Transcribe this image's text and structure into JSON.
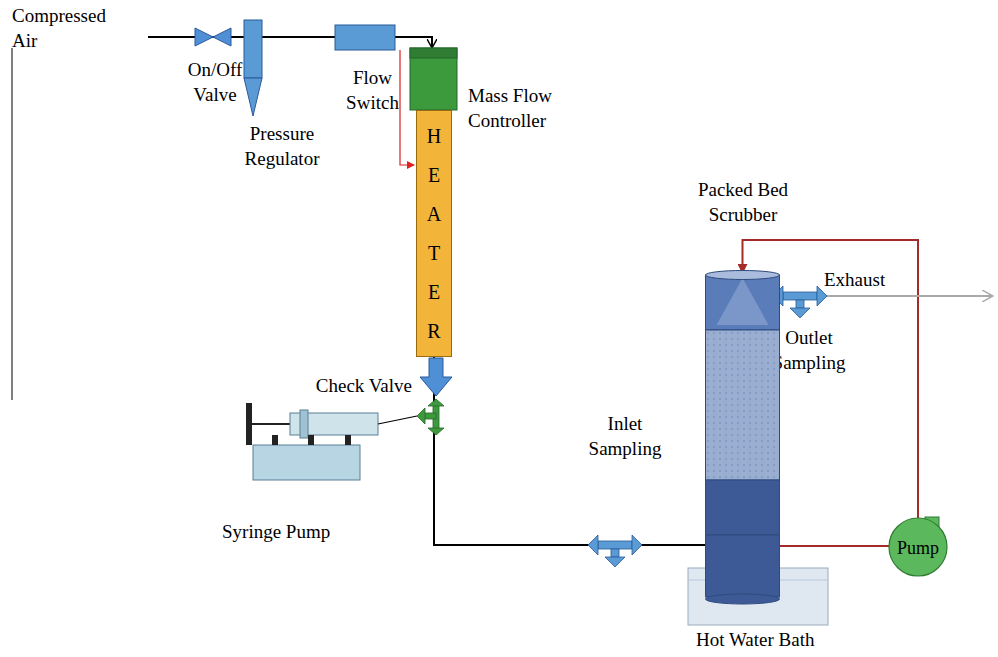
{
  "diagram": {
    "nodes": [
      {
        "text": [
          "HEATER"
        ]
      },
      {
        "text": [
          "Packed Bed Scrubber"
        ]
      },
      {
        "text": [
          "Pump"
        ]
      }
    ],
    "edges": [
      {
        "from": 0,
        "to": 1,
        "arrow": "none"
      },
      {
        "from": 2,
        "to": 1,
        "arrow": "to"
      },
      {
        "from": 1,
        "to": 2,
        "arrow": "none"
      }
    ],
    "labels": [
      "Compressed Air",
      "On/Off Valve",
      "Pressure Regulator",
      "Flow Switch",
      "Mass Flow Controller",
      "Check Valve",
      "Syringe Pump",
      "Inlet Sampling",
      "Outlet Sampling",
      "Exhaust",
      "Hot Water Bath"
    ]
  }
}
